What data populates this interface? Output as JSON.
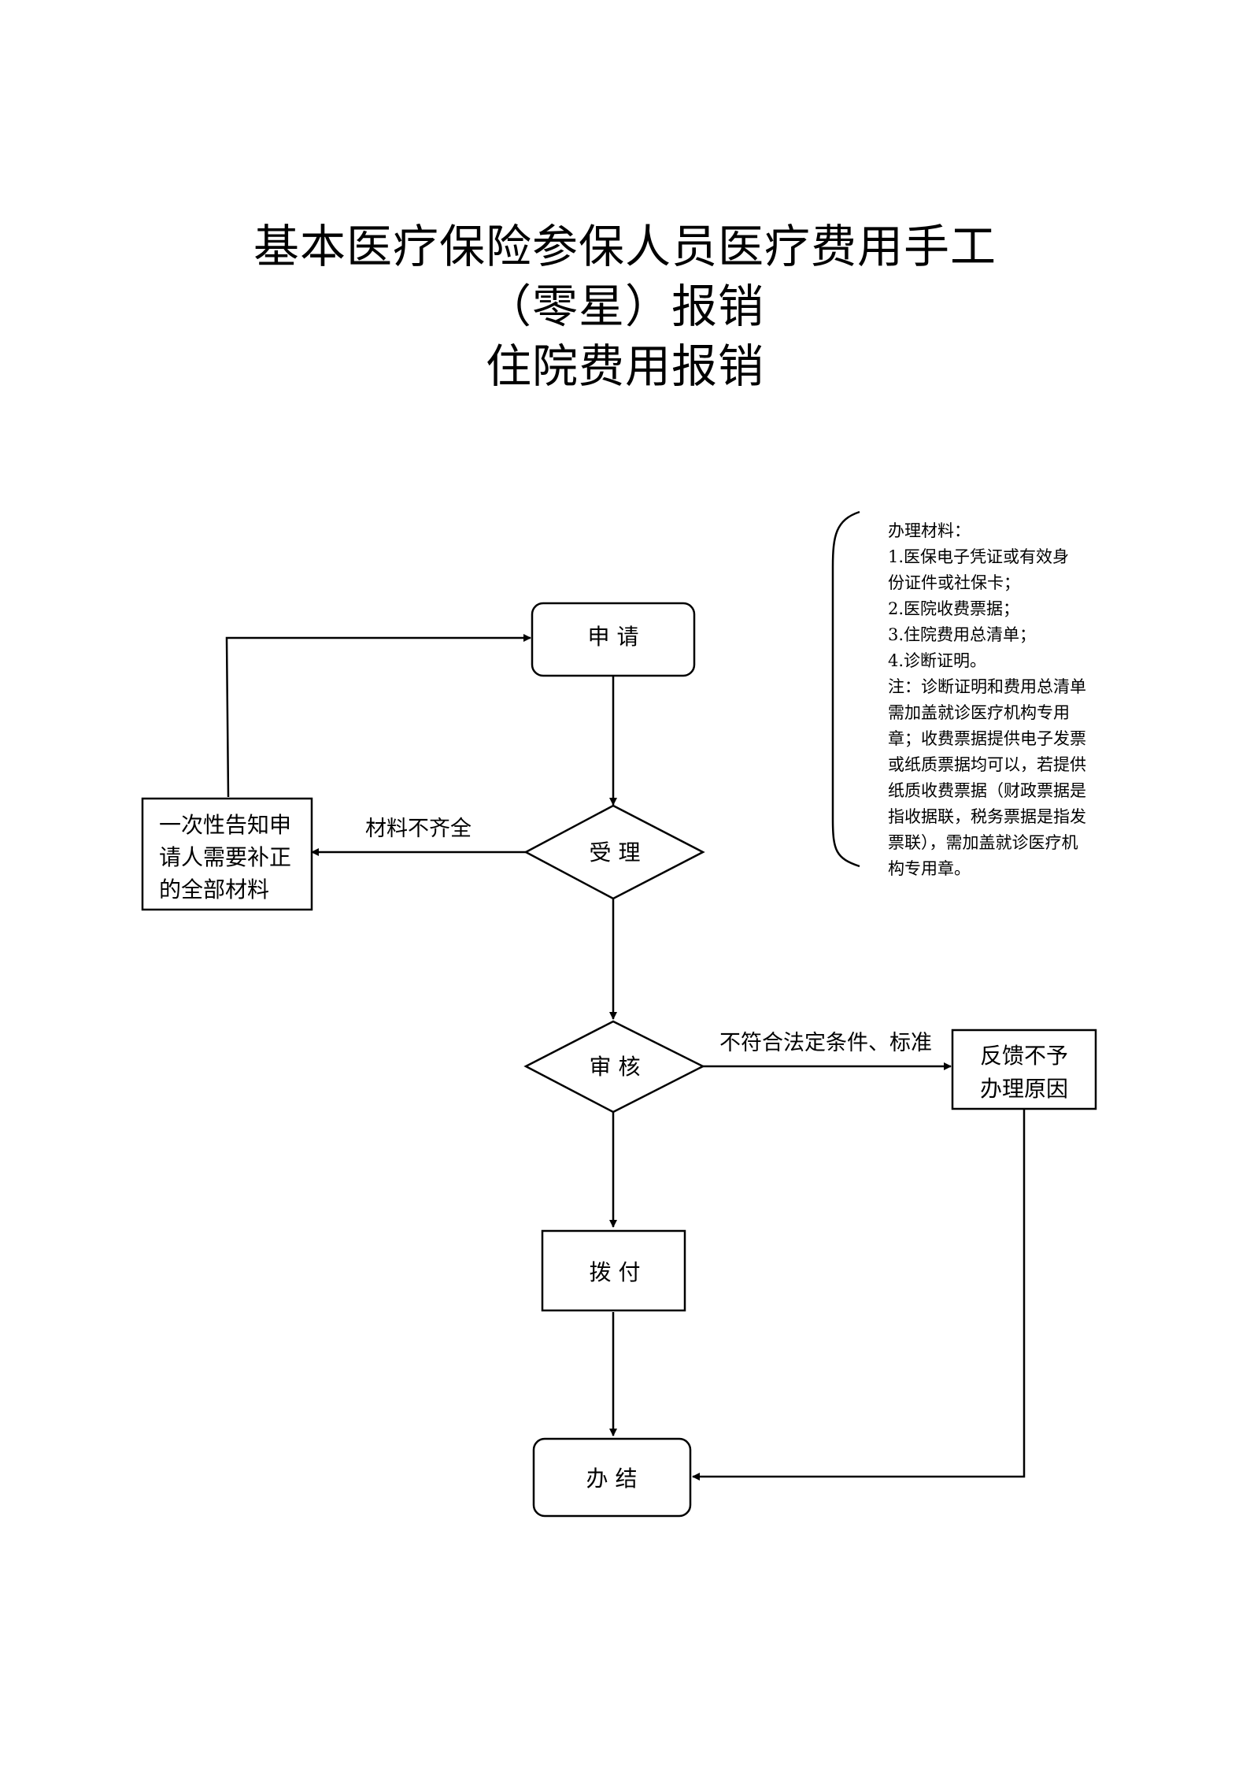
{
  "title": {
    "line1": "基本医疗保险参保人员医疗费用手工",
    "line2": "（零星）报销",
    "line3": "住院费用报销"
  },
  "nodes": {
    "apply": "申  请",
    "accept": "受  理",
    "notify": [
      "一次性告知申",
      "请人需要补正",
      "的全部材料"
    ],
    "review": "审  核",
    "feedback": [
      "反馈不予",
      "办理原因"
    ],
    "payment": "拨  付",
    "complete": "办    结"
  },
  "edges": {
    "incomplete_materials": "材料不齐全",
    "not_qualified": "不符合法定条件、标准"
  },
  "notes": {
    "lines": [
      "办理材料：",
      "1.医保电子凭证或有效身",
      "份证件或社保卡；",
      "2.医院收费票据；",
      "3.住院费用总清单；",
      "4.诊断证明。",
      "注：诊断证明和费用总清单",
      "需加盖就诊医疗机构专用",
      "章；收费票据提供电子发票",
      "或纸质票据均可以，若提供",
      "纸质收费票据（财政票据是",
      "指收据联，税务票据是指发",
      "票联），需加盖就诊医疗机",
      "构专用章。"
    ]
  }
}
